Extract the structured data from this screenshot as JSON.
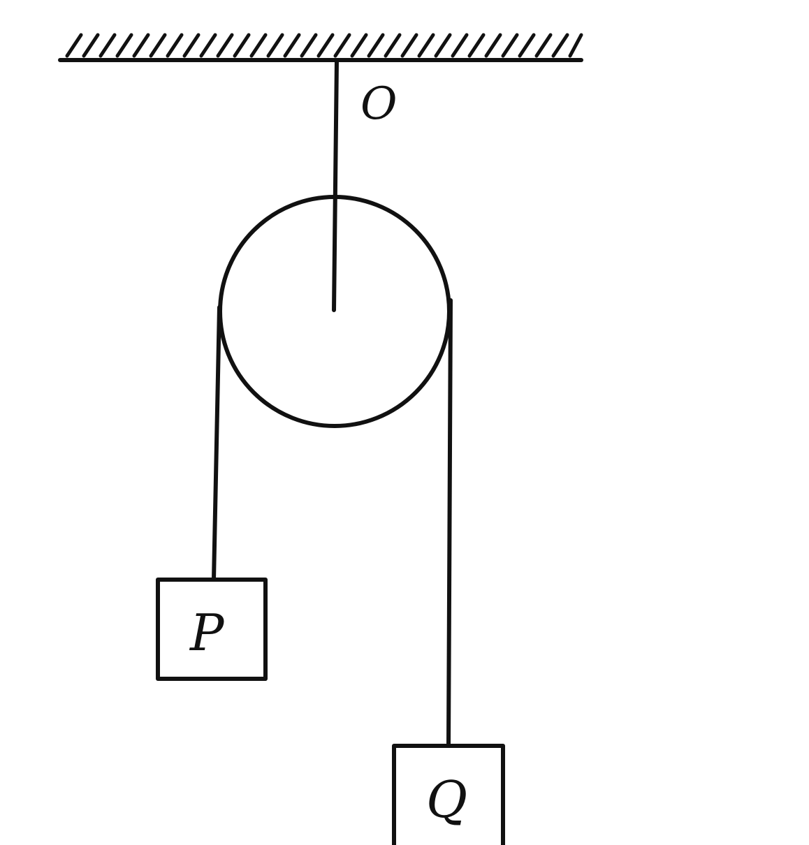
{
  "labels": {
    "pivot": "O",
    "block_left": "P",
    "block_right": "Q"
  },
  "colors": {
    "ink": "#111111",
    "background": "#ffffff"
  }
}
